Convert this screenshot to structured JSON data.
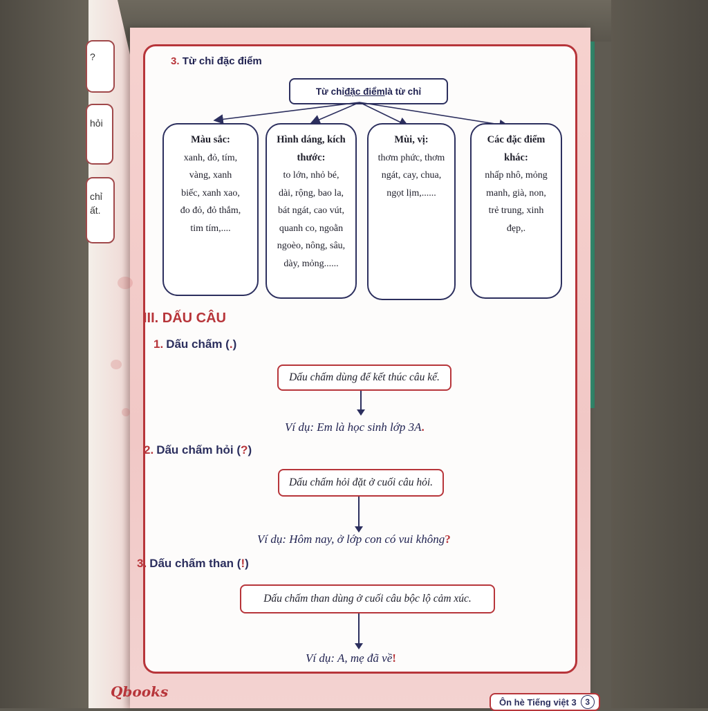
{
  "prev_page": {
    "box1": "?",
    "box2": "hỏi",
    "box3_line1": "chỉ",
    "box3_line2": "ất."
  },
  "section3": {
    "number": "3.",
    "title": "Từ chỉ đặc điểm",
    "root_before": "Từ chỉ ",
    "root_underlined": "đặc điểm",
    "root_after": " là từ chỉ",
    "categories": [
      {
        "title": "Màu sắc:",
        "body": "xanh, đỏ, tím, vàng, xanh biếc, xanh xao, đo đỏ, đỏ thắm, tim tím,...."
      },
      {
        "title": "Hình dáng, kích thước:",
        "body": "to lớn, nhỏ bé, dài, rộng, bao la, bát ngát, cao vút, quanh co, ngoằn ngoèo, nông, sâu, dày, mỏng......"
      },
      {
        "title": "Mùi, vị:",
        "body": "thơm phức, thơm ngát, cay, chua, ngọt lịm,......"
      },
      {
        "title": "Các đặc điểm khác:",
        "body": "nhấp nhô, mỏng manh, già, non, trẻ trung, xinh đẹp,."
      }
    ]
  },
  "part3": {
    "title": "III. DẤU CÂU",
    "items": [
      {
        "number": "1.",
        "title_before": "Dấu chấm (",
        "mark": ".",
        "title_after": ")",
        "rule": "Dấu chấm dùng để kết thúc câu kể.",
        "example": "Ví dụ: Em là học sinh lớp 3A",
        "example_end": "."
      },
      {
        "number": "2.",
        "title_before": "Dấu chấm hỏi (",
        "mark": "?",
        "title_after": ")",
        "rule": "Dấu chấm hỏi đặt ở cuối câu hỏi.",
        "example": "Ví dụ: Hôm nay, ở lớp con có vui không",
        "example_end": "?"
      },
      {
        "number": "3.",
        "title_before": "Dấu chấm than (",
        "mark": "!",
        "title_after": ")",
        "rule": "Dấu chấm than dùng ở cuối câu bộc lộ cảm xúc.",
        "example": "Ví dụ: A, mẹ đã về",
        "example_end": "!"
      }
    ]
  },
  "footer": {
    "logo": "Qbooks",
    "book_title": "Ôn hè Tiếng việt 3",
    "page_number": "3"
  },
  "colors": {
    "accent_red": "#b7353a",
    "navy": "#2c2f5e",
    "page_pink": "#f3cfcc"
  }
}
